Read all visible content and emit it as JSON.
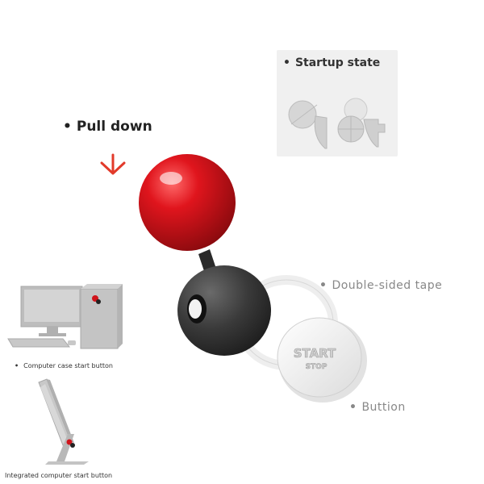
{
  "startup": {
    "bullet": "•",
    "title": "Startup state"
  },
  "pull": {
    "bullet": "•",
    "label": "Pull down"
  },
  "tape": {
    "bullet": "•",
    "label": "Double-sided tape"
  },
  "button": {
    "bullet": "•",
    "label": "Buttion",
    "badge_line1": "START",
    "badge_line2": "STOP"
  },
  "case_caption": {
    "bullet": "•",
    "label": "Computer case start button"
  },
  "aio_caption": {
    "label": "Integrated computer start button"
  },
  "colors": {
    "ball_red": "#d0141b",
    "base_dark": "#3a3a3a",
    "arrow_red": "#e23a2a",
    "panel_bg": "#f0f0f0"
  },
  "icons": [
    "down-arrow-icon",
    "desktop-computer-icon",
    "all-in-one-computer-icon"
  ]
}
